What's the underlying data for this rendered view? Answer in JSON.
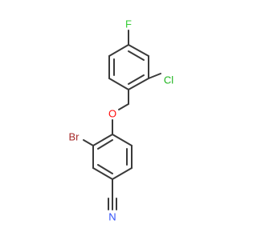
{
  "molecule": {
    "atoms": {
      "fluorine": {
        "symbol": "F",
        "color": "#33cc33"
      },
      "chlorine": {
        "symbol": "Cl",
        "color": "#1fb51f"
      },
      "oxygen": {
        "symbol": "O",
        "color": "#ff0d0d"
      },
      "bromine": {
        "symbol": "Br",
        "color": "#a62929"
      },
      "nitrogen": {
        "symbol": "N",
        "color": "#3050f8"
      }
    },
    "bond_color": "#3a3a3a",
    "background": "#ffffff"
  }
}
